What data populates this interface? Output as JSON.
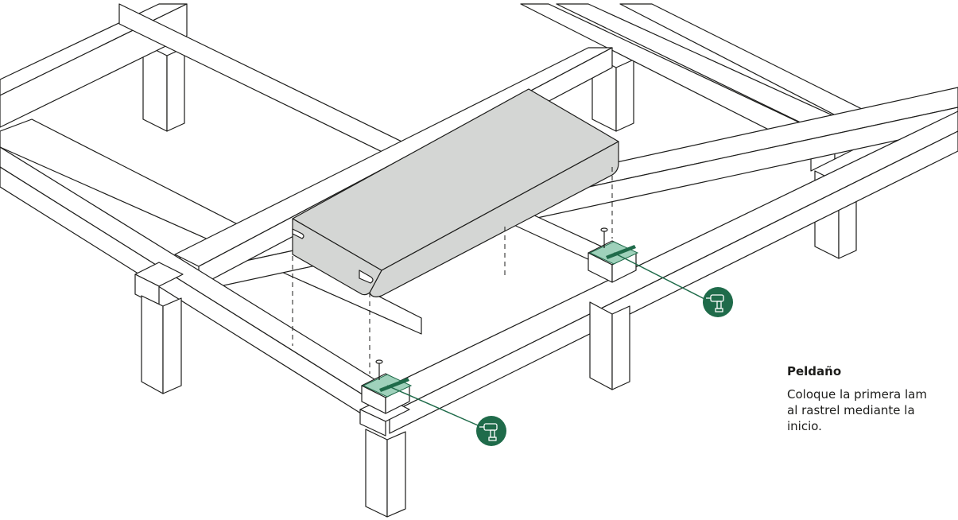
{
  "caption": {
    "title": "Peldaño",
    "lines": [
      "Coloque la primera lam",
      "al rastrel mediante la",
      "inicio."
    ]
  },
  "icons": {
    "drill": "drill-icon",
    "screw": "screw-icon"
  },
  "colors": {
    "line": "#1d1d1b",
    "board": "#d4d6d4",
    "accent": "#1f6b4a",
    "clip": "#9fd1bb"
  }
}
